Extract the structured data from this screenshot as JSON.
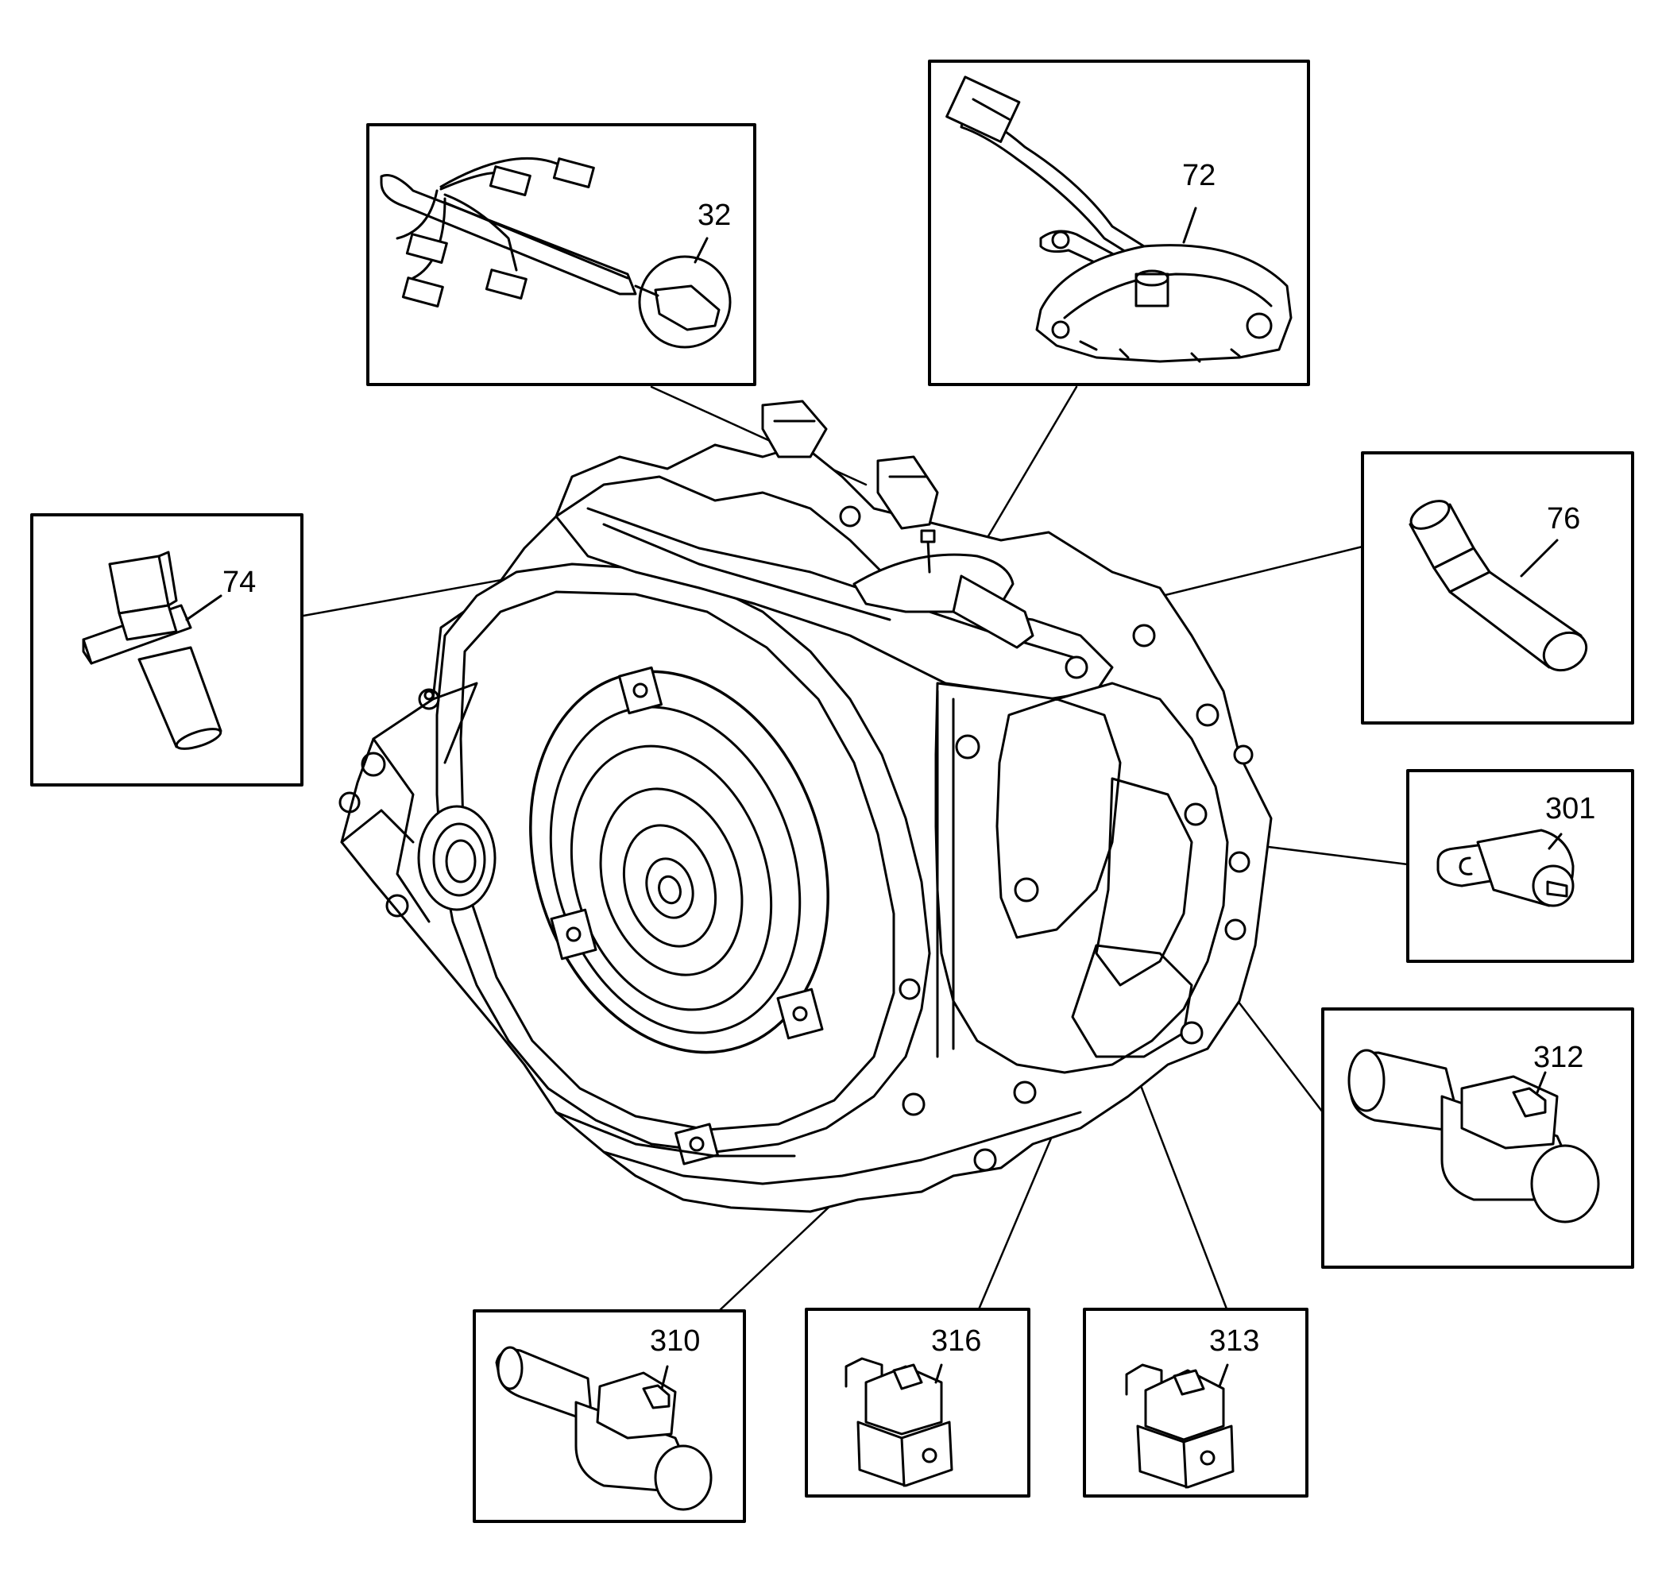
{
  "colors": {
    "ink": "#000000",
    "paper": "#ffffff",
    "shade": "#f2f2f2"
  },
  "callouts": [
    {
      "id": "32",
      "label": "32",
      "part": "connector-harness-icon"
    },
    {
      "id": "72",
      "label": "72",
      "part": "range-switch-icon"
    },
    {
      "id": "74",
      "label": "74",
      "part": "speed-sensor-icon"
    },
    {
      "id": "76",
      "label": "76",
      "part": "temperature-sensor-icon"
    },
    {
      "id": "301",
      "label": "301",
      "part": "speed-sensor-icon"
    },
    {
      "id": "312",
      "label": "312",
      "part": "solenoid-connector-icon"
    },
    {
      "id": "310",
      "label": "310",
      "part": "solenoid-connector-icon"
    },
    {
      "id": "316",
      "label": "316",
      "part": "pressure-switch-icon"
    },
    {
      "id": "313",
      "label": "313",
      "part": "pressure-switch-icon"
    }
  ]
}
